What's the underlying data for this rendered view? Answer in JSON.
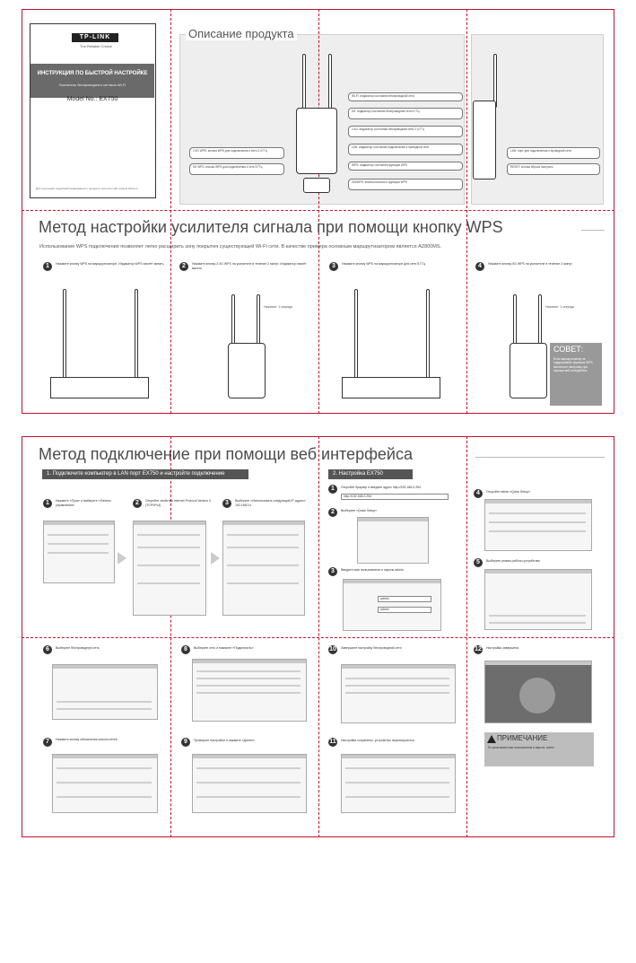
{
  "cover": {
    "logo": "TP-LINK",
    "logo_sub": "The Reliable Choice",
    "title": "ИНСТРУКЦИЯ ПО БЫСТРОЙ НАСТРОЙКЕ",
    "subtitle": "Усилитель беспроводного сигнала Wi-Fi",
    "model": "Model No.: EX750",
    "footer": "Для получения подробной информации о продукте посетите сайт www.tp-linkru.ru"
  },
  "product": {
    "title": "Описание продукта",
    "callouts_right": [
      "Wi-Fi: индикатор состояния беспроводной сети",
      "5G: индикатор состояния беспроводной сети 5 ГГц",
      "2.4G: индикатор состояния беспроводной сети 2,4 ГГц",
      "LAN: индикатор состояния подключения к проводной сети",
      "WPS: индикатор состояния функции WPS",
      "ON/WPS: кнопка питания и функции WPS"
    ],
    "callouts_left": [
      "2.4G WPS: кнопка WPS для подключения к сети 2,4 ГГц",
      "5G WPS: кнопка WPS для подключения к сети 5 ГГц"
    ],
    "callouts_side": [
      "LAN: порт для подключения к проводной сети",
      "RESET: кнопка сброса настроек"
    ]
  },
  "wps": {
    "title": "Метод настройки усилителя сигнала при помощи кнопку WPS",
    "intro": "Использование WPS подключения позволяет легко расширить зону покрытия существующей Wi-Fi сети. В качестве примера основным маршрутизатором является AZ800MS.",
    "steps": [
      {
        "num": "1",
        "text": "Нажмите кнопку WPS на маршрутизаторе. Индикатор WPS начнёт мигать.",
        "note": ""
      },
      {
        "num": "2",
        "text": "Нажмите кнопку 2.4G WPS на усилителе в течение 2 минут. Индикатор начнёт мигать.",
        "note": "Нажатие: 1 секунда"
      },
      {
        "num": "3",
        "text": "Нажмите кнопку WPS на маршрутизаторе для сети 5 ГГц.",
        "note": ""
      },
      {
        "num": "4",
        "text": "Нажмите кнопку 5G WPS на усилителе в течение 2 минут.",
        "note": "Нажатие: 1 секунда"
      }
    ],
    "tip_title": "СОВЕТ:",
    "tip_body": "Если маршрутизатор не поддерживает функцию WPS, выполните настройку при помощи веб-интерфейса."
  },
  "web": {
    "title": "Метод подключение при помощи веб интерфейса",
    "section1": "1. Подключите компьютер в LAN порт EX750 и настройте подключение",
    "section2": "2. Настройка EX750",
    "steps": [
      {
        "num": "1",
        "text": "Нажмите «Пуск» и выберите «Панель управления»"
      },
      {
        "num": "2",
        "text": "Откройте свойства Internet Protocol Version 4 (TCP/IPv4)"
      },
      {
        "num": "3",
        "text": "Выберите «Использовать следующий IP-адрес»: 192.168.0.x"
      },
      {
        "num": "1",
        "text": "Откройте браузер и введите адрес http://192.168.0.254"
      },
      {
        "num": "2",
        "text": "Выберите «Quick Setup»"
      },
      {
        "num": "3",
        "text": "Введите имя пользователя и пароль admin"
      },
      {
        "num": "4",
        "text": "Откройте меню «Quick Setup»"
      },
      {
        "num": "5",
        "text": "Выберите режим работы устройства"
      },
      {
        "num": "6",
        "text": "Выберите беспроводную сеть"
      },
      {
        "num": "7",
        "text": "Нажмите кнопку обновления списка сетей"
      },
      {
        "num": "8",
        "text": "Выберите сеть и нажмите «Подключить»"
      },
      {
        "num": "9",
        "text": "Проверьте настройки и нажмите «Далее»"
      },
      {
        "num": "10",
        "text": "Завершите настройку беспроводной сети"
      },
      {
        "num": "11",
        "text": "Настройки сохранены, устройство перезагрузится"
      },
      {
        "num": "12",
        "text": "Настройка завершена"
      }
    ],
    "url": "http://192.168.0.254",
    "login_user": "admin",
    "login_pass": "admin",
    "note_title": "ПРИМЕЧАНИЕ",
    "note_body": "По умолчанию имя пользователя и пароль: admin"
  }
}
